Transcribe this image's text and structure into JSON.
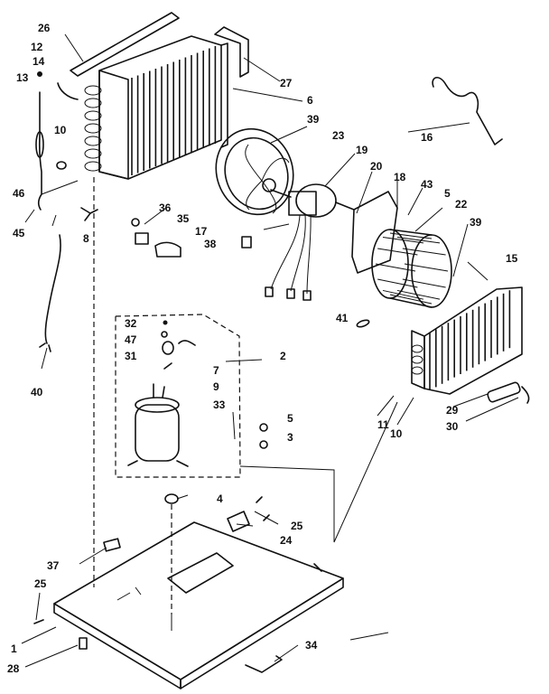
{
  "diagram": {
    "callouts": [
      {
        "id": "c26",
        "text": "26"
      },
      {
        "id": "c12",
        "text": "12"
      },
      {
        "id": "c14",
        "text": "14"
      },
      {
        "id": "c13",
        "text": "13"
      },
      {
        "id": "c27",
        "text": "27"
      },
      {
        "id": "c6",
        "text": "6"
      },
      {
        "id": "c10a",
        "text": "10"
      },
      {
        "id": "c46",
        "text": "46"
      },
      {
        "id": "c45",
        "text": "45"
      },
      {
        "id": "c8",
        "text": "8"
      },
      {
        "id": "c39a",
        "text": "39"
      },
      {
        "id": "c23",
        "text": "23"
      },
      {
        "id": "c16",
        "text": "16"
      },
      {
        "id": "c19",
        "text": "19"
      },
      {
        "id": "c20",
        "text": "20"
      },
      {
        "id": "c18",
        "text": "18"
      },
      {
        "id": "c43",
        "text": "43"
      },
      {
        "id": "c5a",
        "text": "5"
      },
      {
        "id": "c22",
        "text": "22"
      },
      {
        "id": "c39b",
        "text": "39"
      },
      {
        "id": "c36",
        "text": "36"
      },
      {
        "id": "c35",
        "text": "35"
      },
      {
        "id": "c17",
        "text": "17"
      },
      {
        "id": "c38",
        "text": "38"
      },
      {
        "id": "c15",
        "text": "15"
      },
      {
        "id": "c41",
        "text": "41"
      },
      {
        "id": "c32",
        "text": "32"
      },
      {
        "id": "c47",
        "text": "47"
      },
      {
        "id": "c31",
        "text": "31"
      },
      {
        "id": "c2",
        "text": "2"
      },
      {
        "id": "c7",
        "text": "7"
      },
      {
        "id": "c9",
        "text": "9"
      },
      {
        "id": "c33",
        "text": "33"
      },
      {
        "id": "c40",
        "text": "40"
      },
      {
        "id": "c11",
        "text": "11"
      },
      {
        "id": "c10b",
        "text": "10"
      },
      {
        "id": "c29",
        "text": "29"
      },
      {
        "id": "c30",
        "text": "30"
      },
      {
        "id": "c5b",
        "text": "5"
      },
      {
        "id": "c3",
        "text": "3"
      },
      {
        "id": "c4",
        "text": "4"
      },
      {
        "id": "c25a",
        "text": "25"
      },
      {
        "id": "c24",
        "text": "24"
      },
      {
        "id": "c37",
        "text": "37"
      },
      {
        "id": "c25b",
        "text": "25"
      },
      {
        "id": "c1",
        "text": "1"
      },
      {
        "id": "c28",
        "text": "28"
      },
      {
        "id": "c34",
        "text": "34"
      }
    ]
  }
}
